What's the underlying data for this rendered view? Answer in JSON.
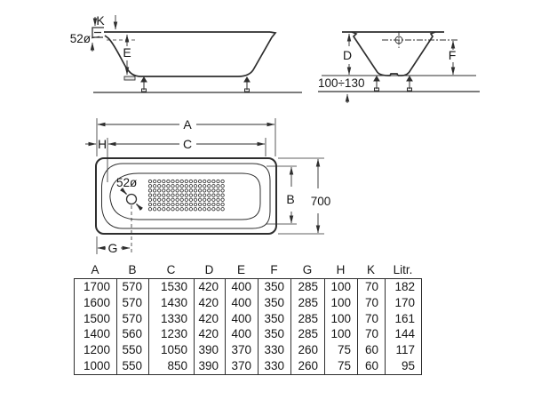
{
  "colors": {
    "line": "#2e2e2e",
    "text": "#161616",
    "background": "#ffffff"
  },
  "side_view": {
    "k_label": "K",
    "overflow_diameter": "52ø",
    "e_label": "E"
  },
  "end_view": {
    "d_label": "D",
    "f_label": "F",
    "install_height_range": "100÷130"
  },
  "top_view": {
    "a_label": "A",
    "c_label": "C",
    "h_label": "H",
    "b_label": "B",
    "g_label": "G",
    "overall_width": "700",
    "drain_diameter": "52ø"
  },
  "table": {
    "headers": [
      "A",
      "B",
      "C",
      "D",
      "E",
      "F",
      "G",
      "H",
      "K",
      "Litr."
    ],
    "rows": [
      [
        "1700",
        "570",
        "1530",
        "420",
        "400",
        "350",
        "285",
        "100",
        "70",
        "182"
      ],
      [
        "1600",
        "570",
        "1430",
        "420",
        "400",
        "350",
        "285",
        "100",
        "70",
        "170"
      ],
      [
        "1500",
        "570",
        "1330",
        "420",
        "400",
        "350",
        "285",
        "100",
        "70",
        "161"
      ],
      [
        "1400",
        "560",
        "1230",
        "420",
        "400",
        "350",
        "285",
        "100",
        "70",
        "144"
      ],
      [
        "1200",
        "550",
        "1050",
        "390",
        "370",
        "330",
        "260",
        "75",
        "60",
        "117"
      ],
      [
        "1000",
        "550",
        "850",
        "390",
        "370",
        "330",
        "260",
        "75",
        "60",
        "95"
      ]
    ]
  }
}
